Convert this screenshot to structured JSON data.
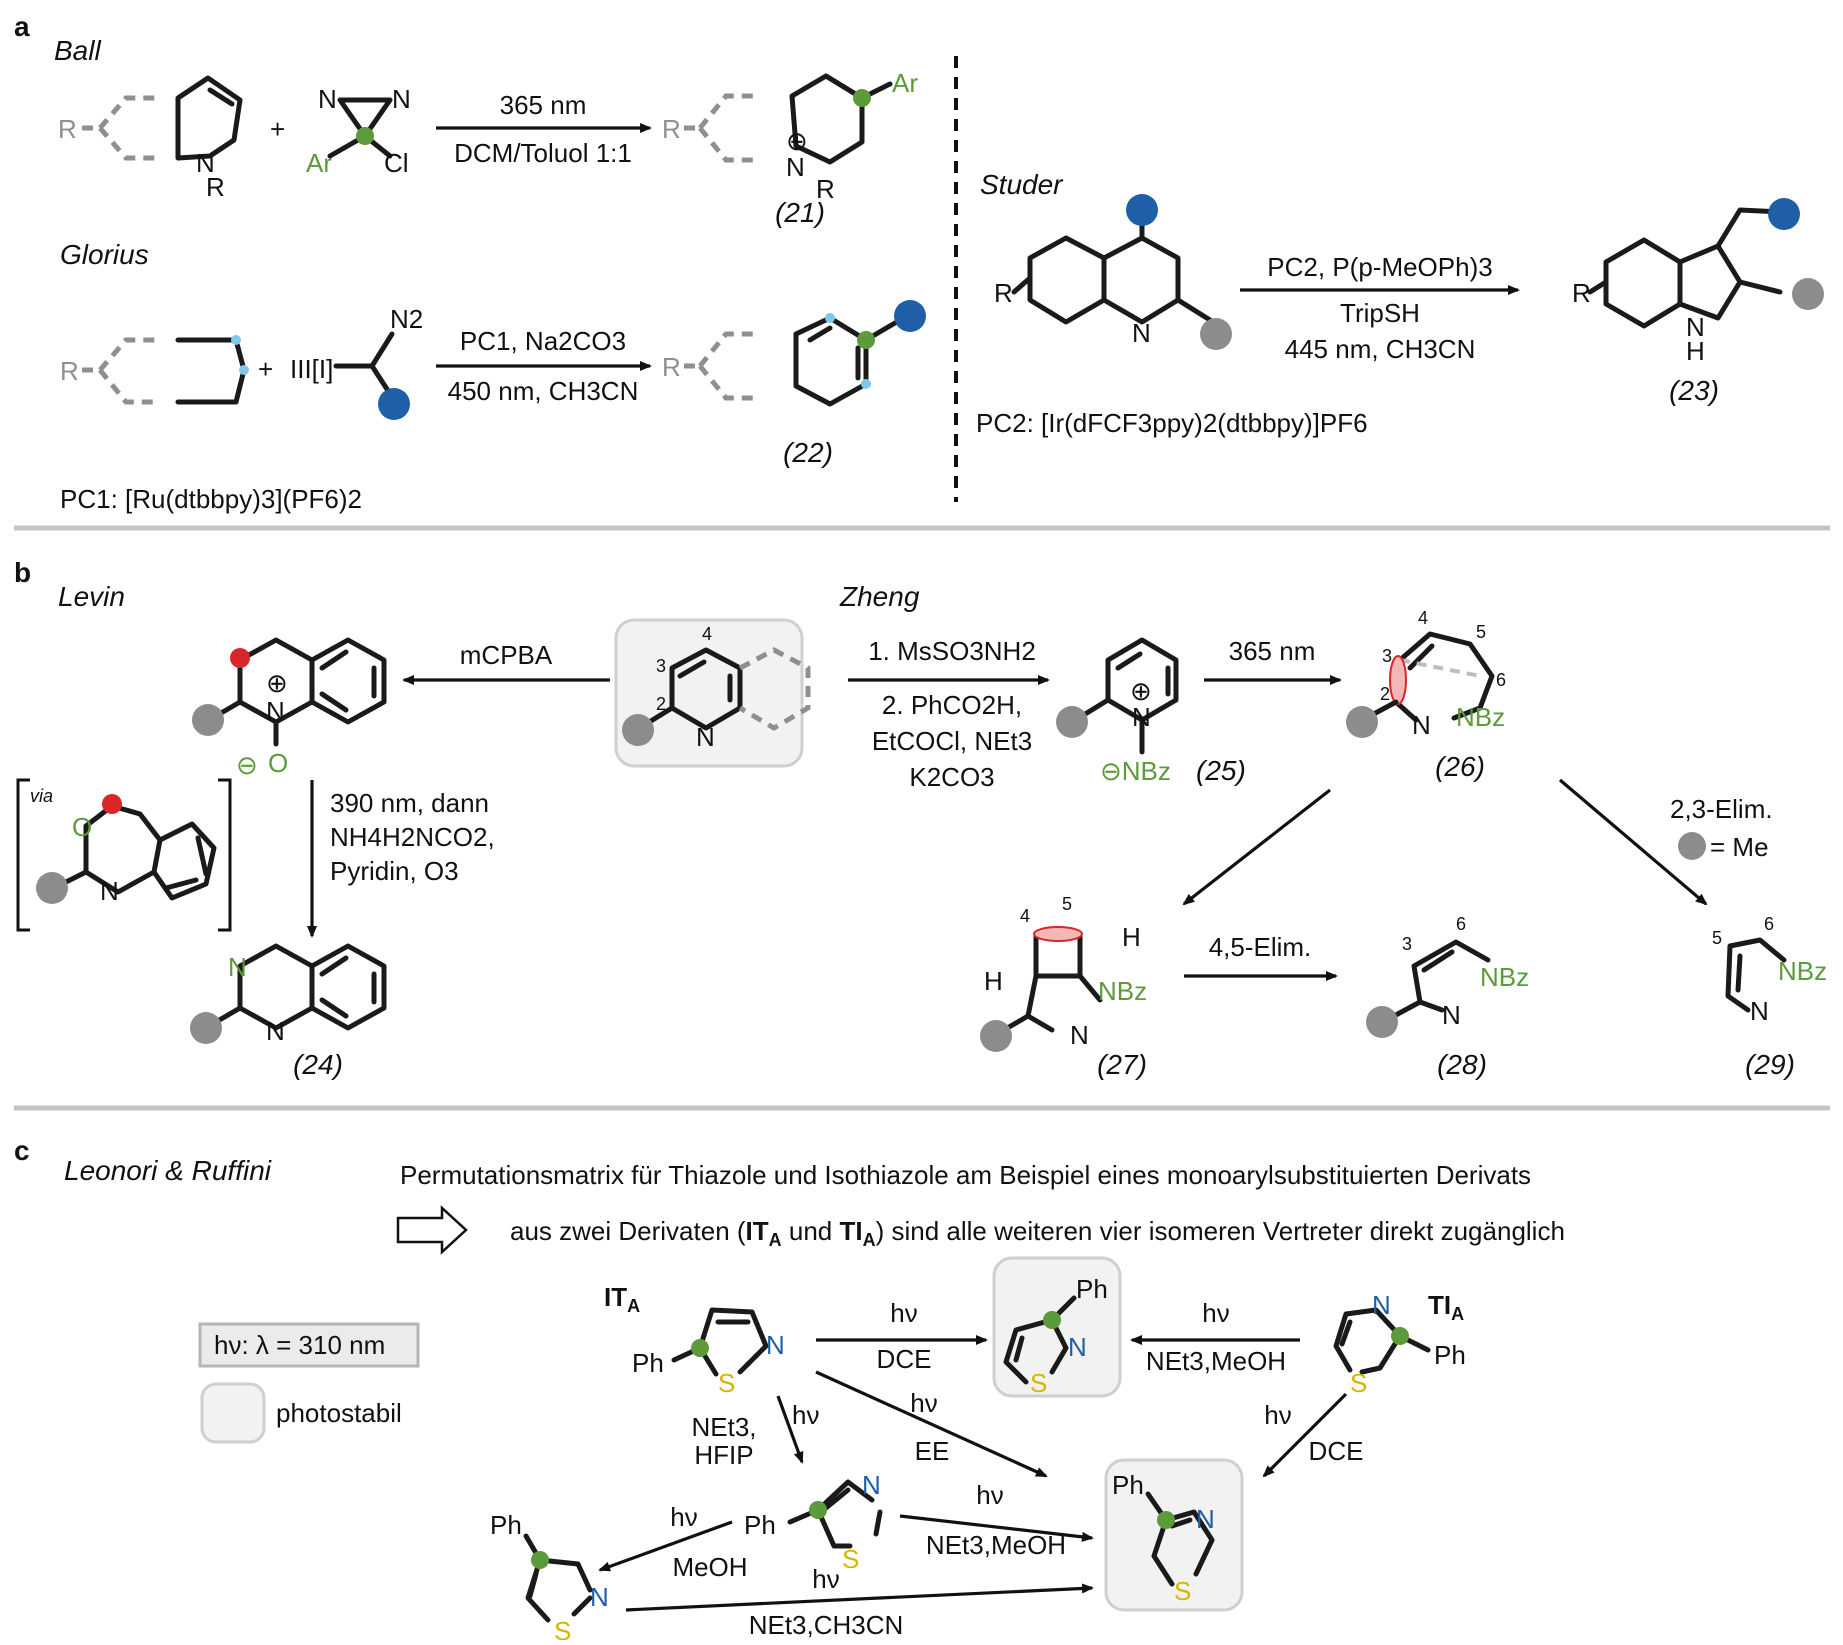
{
  "panels": {
    "a": {
      "letter": "a",
      "ball": {
        "author": "Ball",
        "r": "R",
        "n": "N",
        "nr": "R",
        "plus": "+",
        "diazirine_n1": "N",
        "diazirine_n2": "N",
        "ar": "Ar",
        "cl": "Cl",
        "cond_top": "365 nm",
        "cond_bottom": "DCM/Toluol 1:1",
        "product_ar": "Ar",
        "product_n": "N",
        "product_r": "R",
        "product_charge": "⊕",
        "compound": "(21)"
      },
      "glorius": {
        "author": "Glorius",
        "r": "R",
        "plus": "+",
        "iodine": "III[I]",
        "n2": "N2",
        "cond_top": "PC1, Na2CO3",
        "cond_bottom": "450 nm, CH3CN",
        "product_r": "R",
        "compound": "(22)",
        "pc1": "PC1: [Ru(dtbbpy)3](PF6)2"
      },
      "studer": {
        "author": "Studer",
        "r": "R",
        "n": "N",
        "cond_top": "PC2, P(p-MeOPh)3",
        "cond_mid": "TripSH",
        "cond_bottom": "445 nm, CH3CN",
        "product_r": "R",
        "product_n": "N",
        "product_h": "H",
        "compound": "(23)",
        "pc2": "PC2: [Ir(dFCF3ppy)2(dtbbpy)]PF6"
      }
    },
    "b": {
      "letter": "b",
      "levin": {
        "author": "Levin",
        "reagent": "mCPBA",
        "charge_plus": "⊕",
        "n": "N",
        "o": "O",
        "charge_minus": "⊖",
        "via": "via",
        "via_o": "O",
        "via_n": "N",
        "cond1": "390 nm, dann",
        "cond2": "NH4H2NCO2,",
        "cond3": "Pyridin, O3",
        "prod_n1": "N",
        "prod_n2": "N",
        "compound": "(24)"
      },
      "zheng": {
        "author": "Zheng",
        "num4": "4",
        "num3": "3",
        "num2": "2",
        "n": "N",
        "cond1": "1. MsSO3NH2",
        "cond2": "2. PhCO2H,",
        "cond3": "EtCOCl, NEt3",
        "cond4": "K2CO3",
        "ylide_n": "N",
        "ylide_plus": "⊕",
        "ylide_nbz": "⊖NBz",
        "compound25": "(25)",
        "light": "365 nm",
        "d_num3": "3",
        "d_num4": "4",
        "d_num5": "5",
        "d_num6": "6",
        "d_num2": "2",
        "d_n": "N",
        "d_nbz": "NBz",
        "compound26": "(26)",
        "elim23": "2,3-Elim.",
        "me": "= Me",
        "b_num4": "4",
        "b_num5": "5",
        "b_h1": "H",
        "b_h2": "H",
        "b_nbz": "NBz",
        "b_n": "N",
        "compound27": "(27)",
        "elim45": "4,5-Elim.",
        "p28_num3": "3",
        "p28_num6": "6",
        "p28_nbz": "NBz",
        "p28_n": "N",
        "compound28": "(28)",
        "p29_num5": "5",
        "p29_num6": "6",
        "p29_nbz": "NBz",
        "p29_n": "N",
        "compound29": "(29)"
      }
    },
    "c": {
      "letter": "c",
      "author": "Leonori & Ruffini",
      "line1": "Permutationsmatrix für Thiazole und Isothiazole am Beispiel eines monoarylsubstituierten Derivats",
      "line2_pre": "aus zwei Derivaten (",
      "it": "IT",
      "sub_a": "A",
      "und": " und ",
      "ti": "TI",
      "line2_post": ") sind alle weiteren vier isomeren Vertreter direkt zugänglich",
      "legend_hv": "hν: λ = 310 nm",
      "legend_photo": "photostabil",
      "ph": "Ph",
      "n": "N",
      "s": "S",
      "hv": "hν",
      "dce": "DCE",
      "net3meoh": "NEt3,MeOH",
      "net3": "NEt3,",
      "hfip": "HFIP",
      "ee": "EE",
      "meoh": "MeOH",
      "net3ch3cn": "NEt3,CH3CN"
    }
  }
}
